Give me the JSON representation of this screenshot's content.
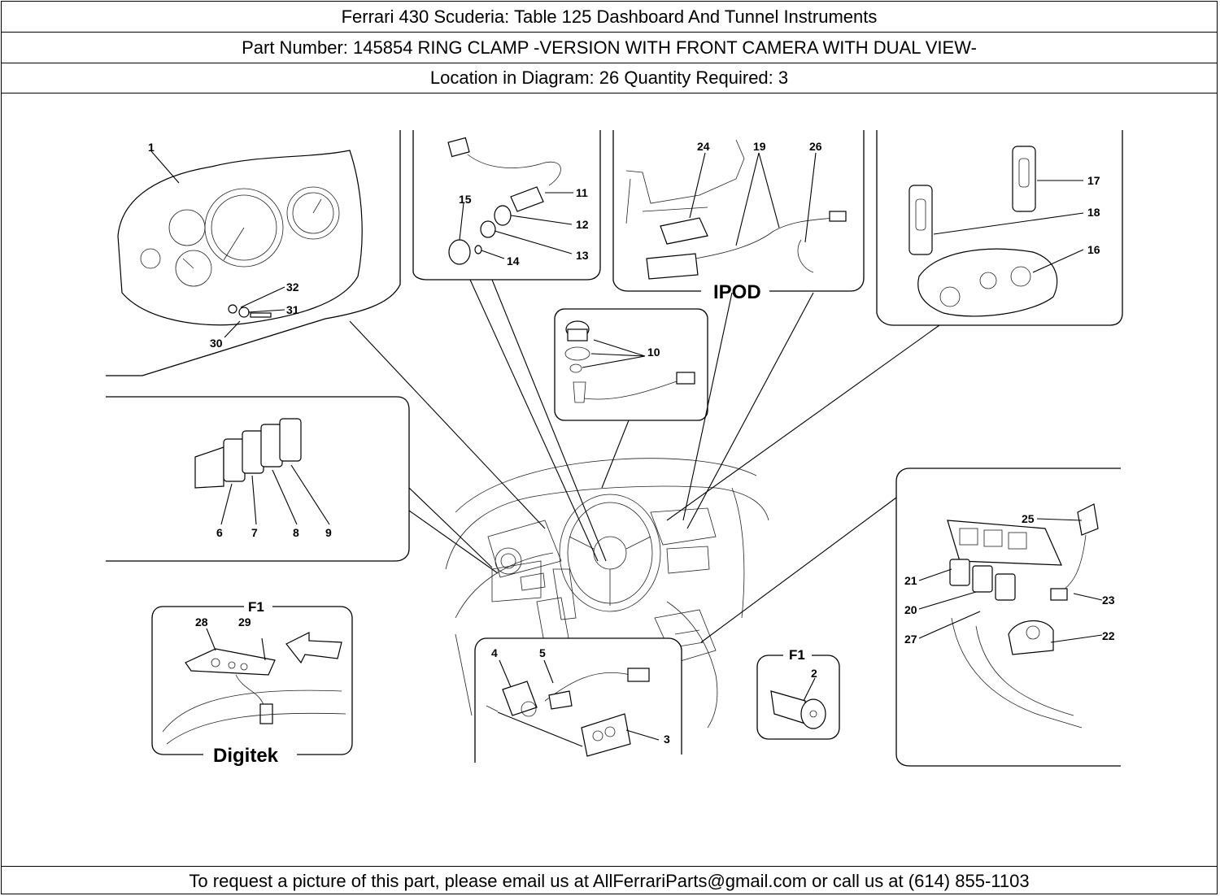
{
  "header": {
    "title": "Ferrari 430 Scuderia:   Table 125 Dashboard And Tunnel Instruments",
    "part_line": "Part Number: 145854   RING CLAMP -VERSION WITH FRONT CAMERA WITH DUAL VIEW-",
    "location_line": "Location in Diagram: 26   Quantity Required: 3"
  },
  "diagram": {
    "section_labels": {
      "ipod": "IPOD",
      "digitek": "Digitek",
      "f1_left": "F1",
      "f1_right": "F1"
    },
    "callouts": [
      "1",
      "2",
      "3",
      "4",
      "5",
      "6",
      "7",
      "8",
      "9",
      "10",
      "11",
      "12",
      "13",
      "14",
      "15",
      "16",
      "17",
      "18",
      "19",
      "20",
      "21",
      "22",
      "23",
      "24",
      "25",
      "26",
      "27",
      "28",
      "29",
      "30",
      "31",
      "32"
    ]
  },
  "footer": {
    "text": "To request a picture of this part, please email us at AllFerrariParts@gmail.com or call us at (614) 855-1103"
  }
}
